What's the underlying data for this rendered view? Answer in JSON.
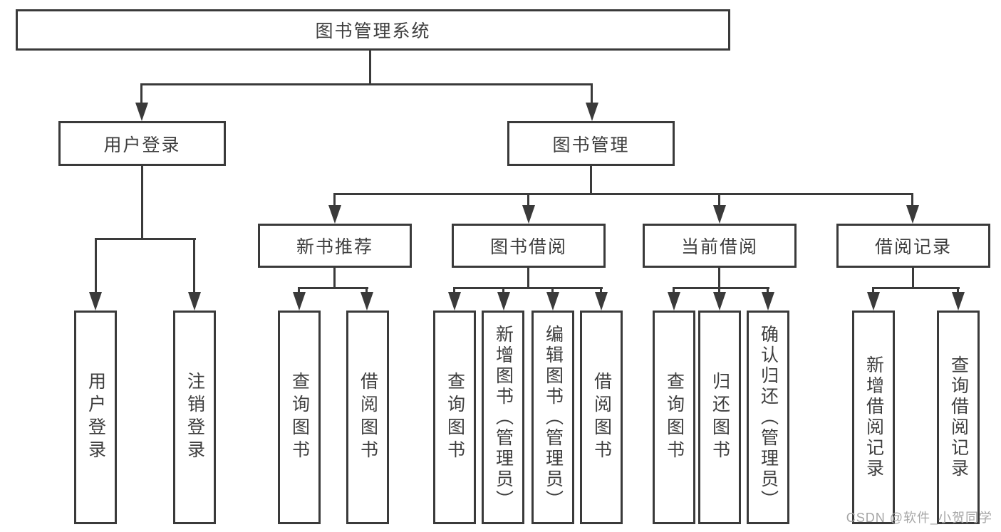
{
  "tree": {
    "root": {
      "label": "图书管理系统"
    },
    "level1": [
      {
        "label": "用户登录"
      },
      {
        "label": "图书管理"
      }
    ],
    "level2": [
      {
        "label": "新书推荐"
      },
      {
        "label": "图书借阅"
      },
      {
        "label": "当前借阅"
      },
      {
        "label": "借阅记录"
      }
    ],
    "leaves": [
      {
        "label": "用户登录"
      },
      {
        "label": "注销登录"
      },
      {
        "label": "查询图书"
      },
      {
        "label": "借阅图书"
      },
      {
        "label": "查询图书"
      },
      {
        "label": "新增图书（管理员）"
      },
      {
        "label": "编辑图书（管理员）"
      },
      {
        "label": "借阅图书"
      },
      {
        "label": "查询图书"
      },
      {
        "label": "归还图书"
      },
      {
        "label": "确认归还（管理员）"
      },
      {
        "label": "新增借阅记录"
      },
      {
        "label": "查询借阅记录"
      }
    ]
  },
  "watermark": {
    "text": "CSDN @软件_小贺同学"
  },
  "colors": {
    "line": "#3a3a3a",
    "text": "#3e3e3e",
    "watermark": "#a6a6a6",
    "background": "#ffffff"
  }
}
